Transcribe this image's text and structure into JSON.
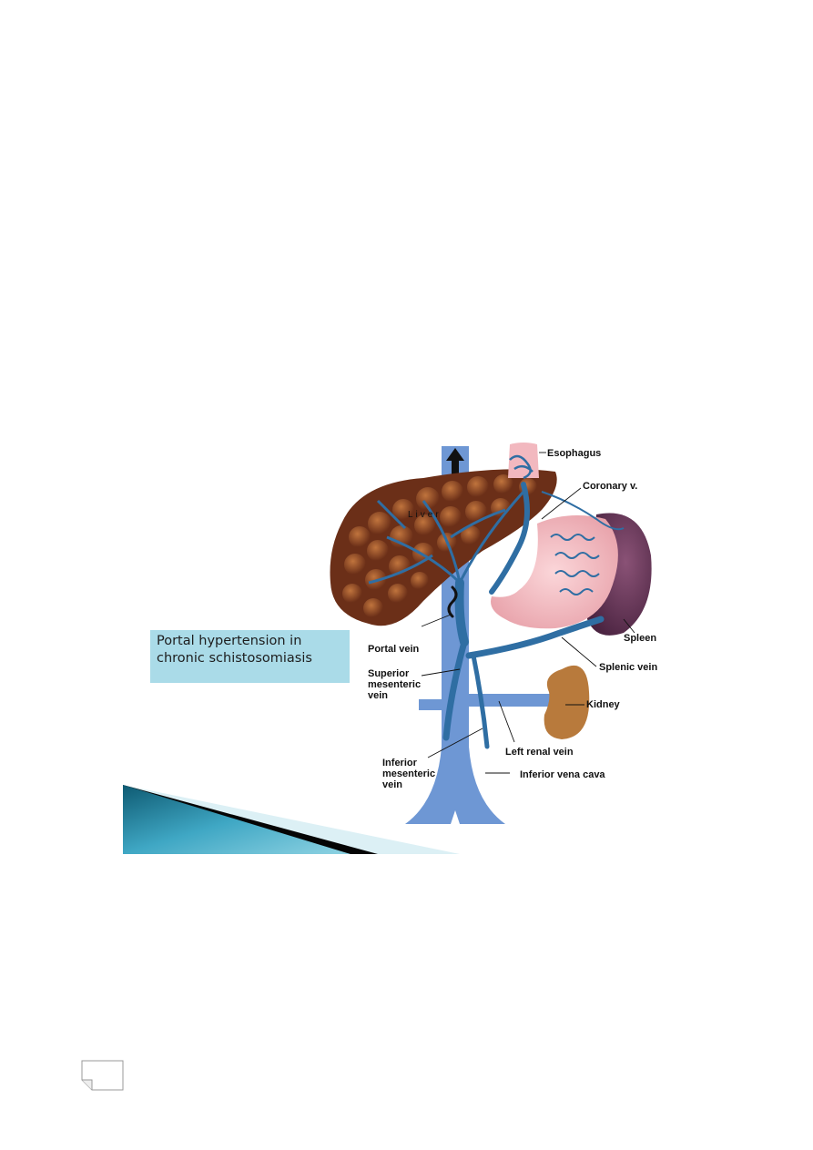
{
  "caption": {
    "line1": "Portal hypertension  in",
    "line2": "chronic schistosomiasis"
  },
  "diagram": {
    "organ_label": "Liver",
    "labels": {
      "esophagus": "Esophagus",
      "coronary": "Coronary v.",
      "spleen": "Spleen",
      "portal_vein": "Portal vein",
      "splenic_vein": "Splenic vein",
      "superior_mesenteric": [
        "Superior",
        "mesenteric",
        "vein"
      ],
      "kidney": "Kidney",
      "left_renal_vein": "Left renal vein",
      "inferior_mesenteric": [
        "Inferior",
        "mesenteric",
        "vein"
      ],
      "inferior_vena_cava": "Inferior  vena cava"
    }
  },
  "colors": {
    "vein": "#2f6ea3",
    "vena_cava": "#6e97d4",
    "liver": "#7a3a1f",
    "stomach": "#f2b8bf",
    "spleen": "#6d3a5a",
    "kidney": "#b87a3c",
    "caption_bg": "#aadbe8",
    "banner": "#1f8aa3"
  }
}
